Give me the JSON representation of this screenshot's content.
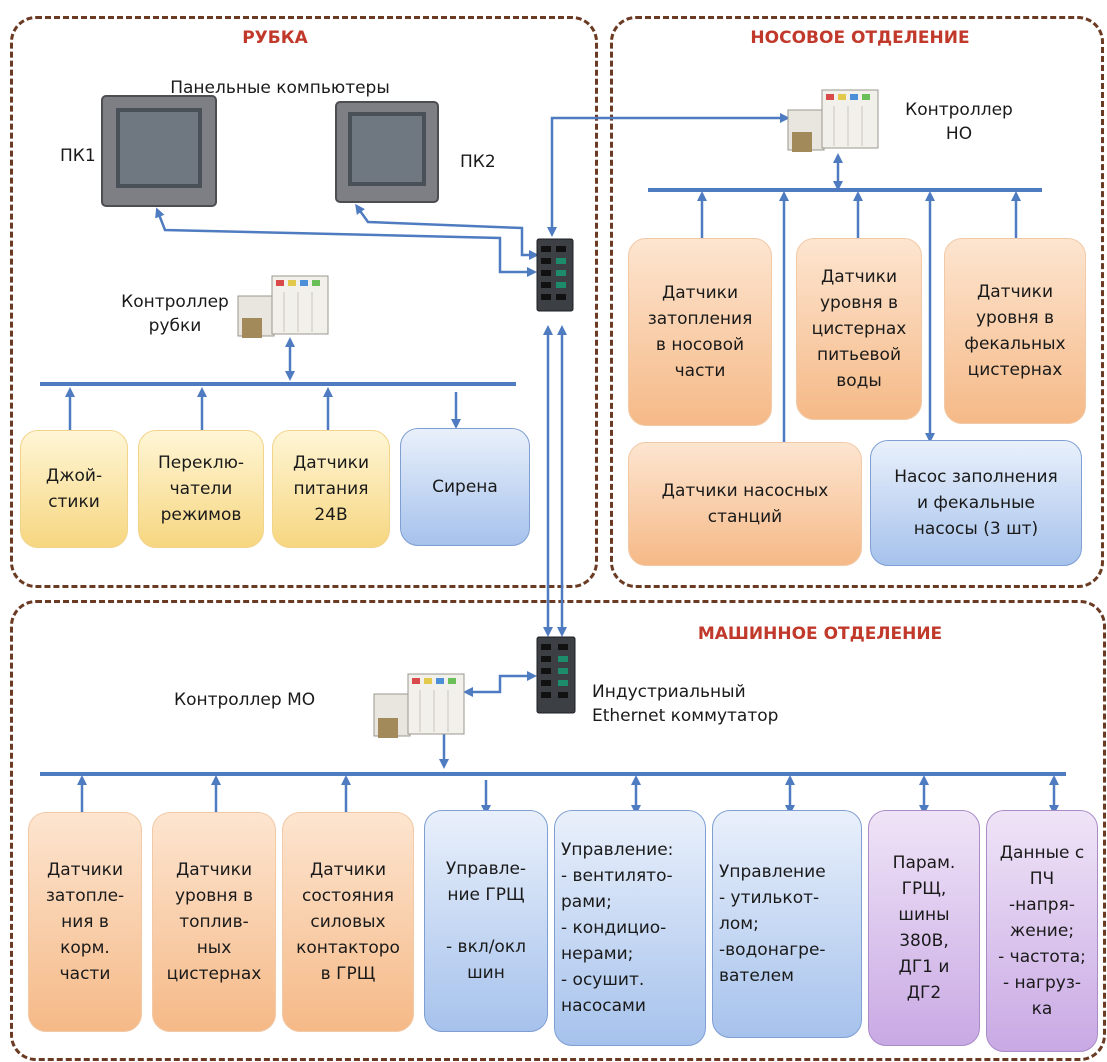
{
  "zones": {
    "rubka": {
      "title": "РУБКА"
    },
    "nose": {
      "title": "НОСОВОЕ ОТДЕЛЕНИЕ"
    },
    "engine": {
      "title": "МАШИННОЕ ОТДЕЛЕНИЕ"
    }
  },
  "rubka": {
    "panels_label": "Панельные компьютеры",
    "pc1": "ПК1",
    "pc2": "ПК2",
    "controller": "Контроллер\nрубки",
    "boxes": [
      "Джой-\nстики",
      "Переклю-\nчатели\nрежимов",
      "Датчики\nпитания\n24В",
      "Сирена"
    ]
  },
  "nose": {
    "controller": "Контроллер\nНО",
    "boxes": [
      "Датчики\nзатопления\nв носовой\nчасти",
      "Датчики\nуровня в\nцистернах\nпитьевой\nводы",
      "Датчики\nуровня в\nфекальных\nцистернах",
      "Датчики насосных\nстанций",
      "Насос заполнения\nи фекальные\nнасосы (3 шт)"
    ]
  },
  "engine": {
    "controller": "Контроллер МО",
    "switch": "Индустриальный\nEthernet коммутатор",
    "boxes": [
      "Датчики\nзатопле-\nния в\nкорм.\nчасти",
      "Датчики\nуровня в\nтоплив-\nных\nцистернах",
      "Датчики\nсостояния\nсиловых\nконтакторо\nв ГРЩ",
      "Управле-\nние ГРЩ\n\n- вкл/окл\nшин",
      "Управление:\n- вентилято-\nрами;\n- кондицио-\nнерами;\n- осушит.\nнасосами",
      "Управление\n- утилькот-\nлом;\n-водонагре-\nвателем",
      "Парам.\nГРЩ,\nшины\n380В,\nДГ1 и\nДГ2",
      "Данные с\nПЧ\n-напря-\nжение;\n- частота;\n- нагруз-\nка"
    ]
  },
  "colors": {
    "zone_border": "#6b3a22",
    "zone_title": "#c0392b",
    "bus": "#4f7cc0",
    "sensor": "#f5b987",
    "input": "#f6d680",
    "actuator": "#a6c2ec",
    "data": "#c9a9e4"
  }
}
